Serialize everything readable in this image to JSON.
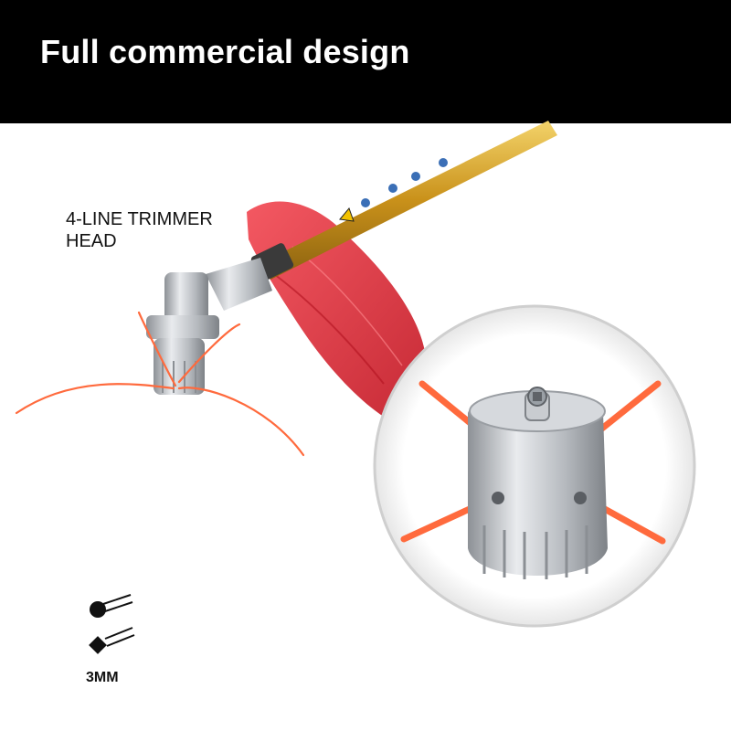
{
  "banner": {
    "title": "Full commercial design"
  },
  "product": {
    "label_line1": "4-LINE TRIMMER",
    "label_line2": "HEAD"
  },
  "line_spec": {
    "size": "3MM",
    "icons": [
      "round-line-icon",
      "square-line-icon"
    ]
  },
  "colors": {
    "banner": "#000000",
    "trimmer_line": "#ff6a3d",
    "guard": "#e8303a",
    "shaft": "#d9a520",
    "metal": "#bfc3c8"
  }
}
